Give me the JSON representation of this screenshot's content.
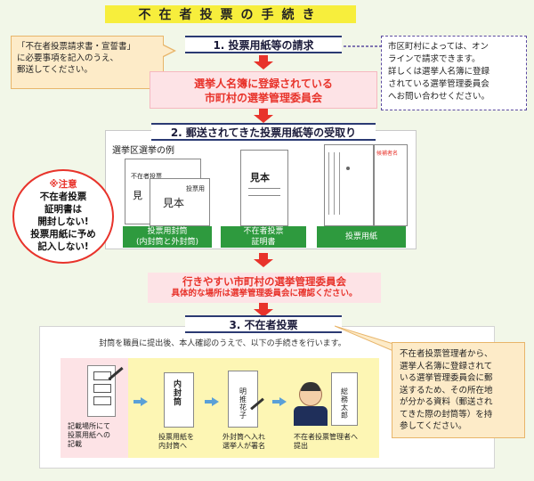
{
  "title": "不在者投票の手続き",
  "step1": {
    "label": "1.  投票用紙等の請求",
    "note_left": [
      "「不在者投票請求書・宣誓書」",
      "に必要事項を記入のうえ、",
      "郵送してください。"
    ],
    "note_right": [
      "市区町村によっては、オン",
      "ラインで請求できます。",
      "詳しくは選挙人名簿に登録",
      "されている選挙管理委員会",
      "へお問い合わせください。"
    ],
    "pink": [
      "選挙人名簿に登録されている",
      "市町村の選挙管理委員会"
    ]
  },
  "step2": {
    "label": "2.  郵送されてきた投票用紙等の受取り",
    "example_label": "選挙区選挙の例",
    "caution_head": "※注意",
    "caution_lines": [
      "不在者投票",
      "証明書は",
      "開封しない!",
      "投票用紙に予め",
      "記入しない!"
    ],
    "items": [
      {
        "label_lines": [
          "投票用封筒",
          "(内封筒と外封筒)"
        ]
      },
      {
        "label_lines": [
          "不在者投票",
          "証明書"
        ]
      },
      {
        "label_lines": [
          "投票用紙"
        ]
      }
    ],
    "env1_outer_text": "不在者投票",
    "env1_inner_big": "見本",
    "env1_inner_small": "投票用",
    "env1_mikomi": "見",
    "env2_big": "見本",
    "env3_box_label": "候補者名",
    "pink2_main": "行きやすい市町村の選挙管理委員会",
    "pink2_sub": "具体的な場所は選挙管理委員会に確認ください。"
  },
  "step3": {
    "label": "3.  不在者投票",
    "instruction": "封筒を職員に提出後、本人確認のうえで、以下の手続きを行います。",
    "steps": [
      {
        "caption": [
          "記載場所にて",
          "投票用紙への",
          "記載"
        ]
      },
      {
        "caption": [
          "投票用紙を",
          "内封筒へ"
        ],
        "env_text": "内封筒"
      },
      {
        "caption": [
          "外封筒へ入れ",
          "選挙人が署名"
        ],
        "env_text": "明推花子"
      },
      {
        "caption": [
          "不在者投票管理者へ",
          "提出"
        ],
        "env_text": "総務太郎"
      }
    ],
    "note": [
      "不在者投票管理者から、",
      "選挙人名簿に登録されて",
      "いる選挙管理委員会に郵",
      "送するため、その所在地",
      "が分かる資料（郵送され",
      "てきた際の封筒等）を持",
      "参してください。"
    ]
  },
  "colors": {
    "accent_red": "#e8332b",
    "navy": "#2b3a73",
    "green": "#2e9a3e",
    "title_yellow": "#f7ee3c",
    "background": "#f2f7e8"
  }
}
